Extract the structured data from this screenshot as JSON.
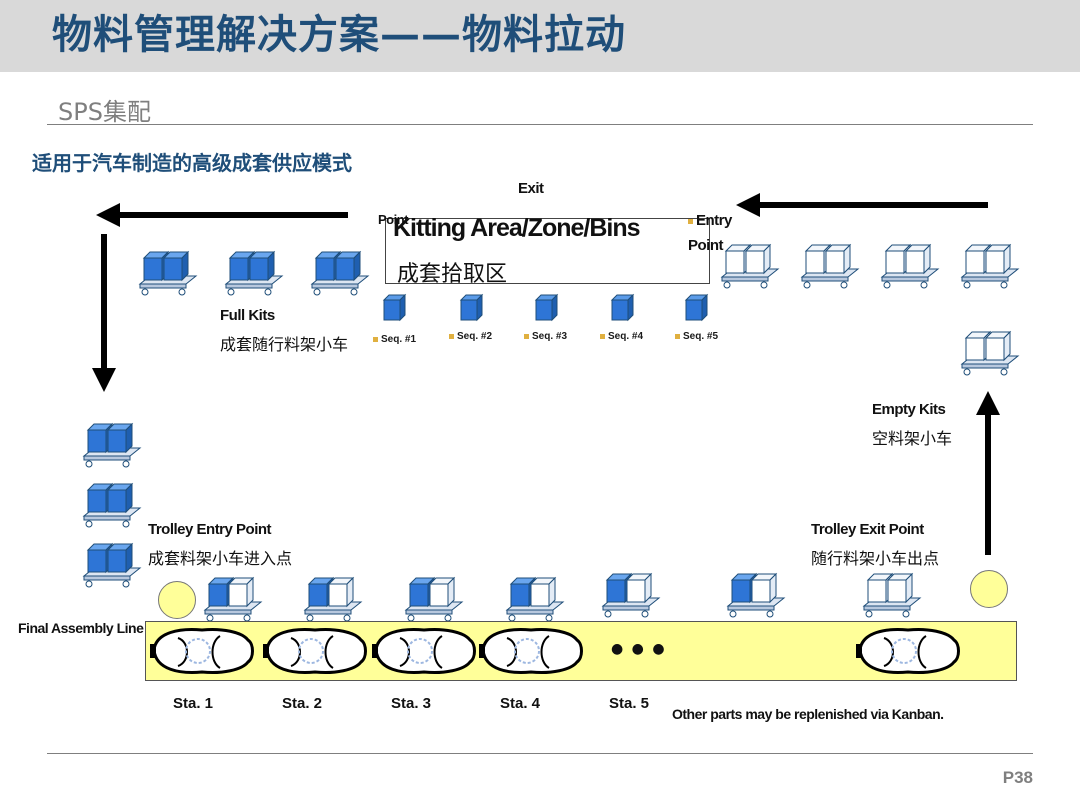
{
  "header": {
    "title": "物料管理解决方案——物料拉动",
    "subtitle": "SPS集配",
    "section_title": "适用于汽车制造的高级成套供应模式"
  },
  "kitting": {
    "title_en": "Kitting Area/Zone/Bins",
    "title_cn": "成套拾取区",
    "exit_label": "Exit",
    "exit_point_label": "Point",
    "entry_label": "Entry",
    "entry_point_label": "Point",
    "sequences": [
      "Seq. #1",
      "Seq. #2",
      "Seq. #3",
      "Seq. #4",
      "Seq. #5"
    ]
  },
  "labels": {
    "full_kits_en": "Full Kits",
    "full_kits_cn": "成套随行料架小车",
    "empty_kits_en": "Empty Kits",
    "empty_kits_cn": "空料架小车",
    "trolley_entry_en": "Trolley Entry Point",
    "trolley_entry_cn": "成套料架小车进入点",
    "trolley_exit_en": "Trolley Exit Point",
    "trolley_exit_cn": "随行料架小车出点",
    "final_assembly": "Final Assembly Line",
    "kanban_note": "Other parts may be replenished via Kanban.",
    "ellipsis": "● ● ●"
  },
  "stations": [
    "Sta. 1",
    "Sta. 2",
    "Sta. 3",
    "Sta. 4",
    "Sta. 5"
  ],
  "footer": {
    "page_number": "P38"
  },
  "colors": {
    "title_blue": "#1f4e79",
    "kit_blue": "#2e75d6",
    "empty_white": "#ffffff",
    "line_yellow": "#ffff99",
    "header_gray": "#d9d9d9"
  }
}
